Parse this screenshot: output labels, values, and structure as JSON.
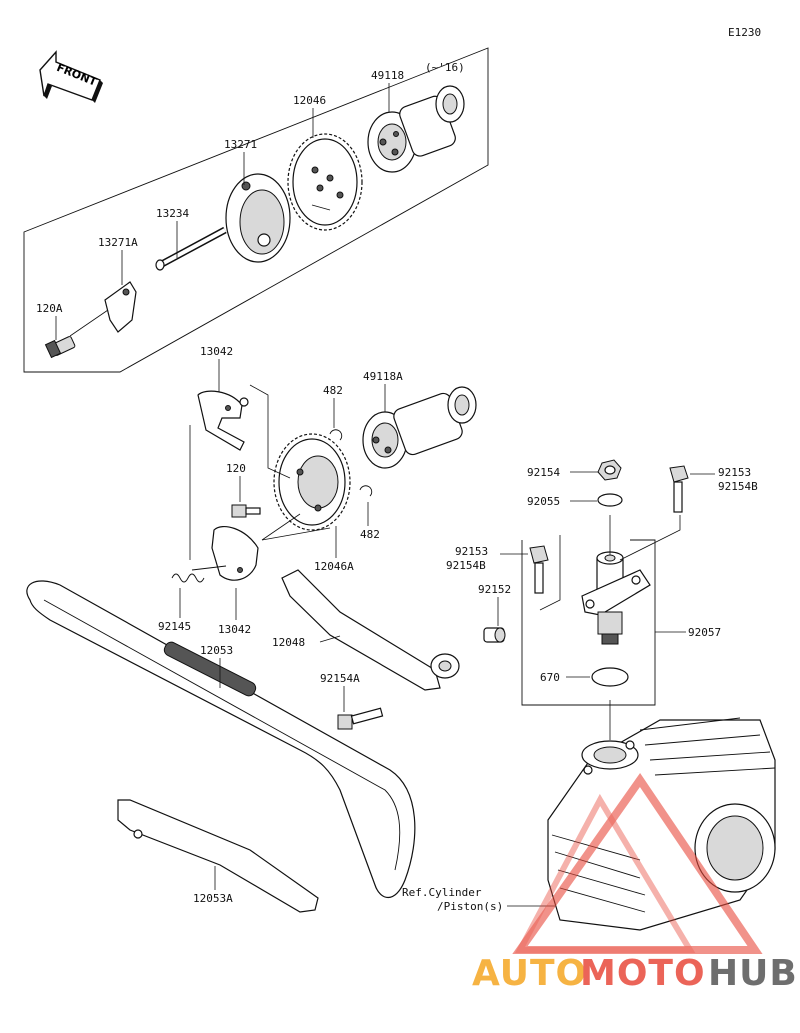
{
  "diagram_code": "E1230",
  "front_label": "FRONT",
  "version_note": "(~'16)",
  "parts": [
    {
      "key": "p49118",
      "label": "49118"
    },
    {
      "key": "p12046",
      "label": "12046"
    },
    {
      "key": "p13271",
      "label": "13271"
    },
    {
      "key": "p13234",
      "label": "13234"
    },
    {
      "key": "p13271A",
      "label": "13271A"
    },
    {
      "key": "p120A",
      "label": "120A"
    },
    {
      "key": "p13042a",
      "label": "13042"
    },
    {
      "key": "p482a",
      "label": "482"
    },
    {
      "key": "p49118A",
      "label": "49118A"
    },
    {
      "key": "p120",
      "label": "120"
    },
    {
      "key": "p482b",
      "label": "482"
    },
    {
      "key": "p12046A",
      "label": "12046A"
    },
    {
      "key": "p92154",
      "label": "92154"
    },
    {
      "key": "p92153a",
      "label": "92153"
    },
    {
      "key": "p92154Ba",
      "label": "92154B"
    },
    {
      "key": "p92055",
      "label": "92055"
    },
    {
      "key": "p92153b",
      "label": "92153"
    },
    {
      "key": "p92154Bb",
      "label": "92154B"
    },
    {
      "key": "p92152",
      "label": "92152"
    },
    {
      "key": "p92145",
      "label": "92145"
    },
    {
      "key": "p13042b",
      "label": "13042"
    },
    {
      "key": "p12053",
      "label": "12053"
    },
    {
      "key": "p12048",
      "label": "12048"
    },
    {
      "key": "p92057",
      "label": "92057"
    },
    {
      "key": "p670",
      "label": "670"
    },
    {
      "key": "p92154A",
      "label": "92154A"
    },
    {
      "key": "p12053A",
      "label": "12053A"
    }
  ],
  "ref_note_line1": "Ref.Cylinder",
  "ref_note_line2": "/Piston(s)",
  "watermark": {
    "part1": "AUTO",
    "part2": "MOTO",
    "part3": "HUB",
    "color1": "#f5a623",
    "color2": "#e84a3c",
    "color3": "#555555"
  }
}
